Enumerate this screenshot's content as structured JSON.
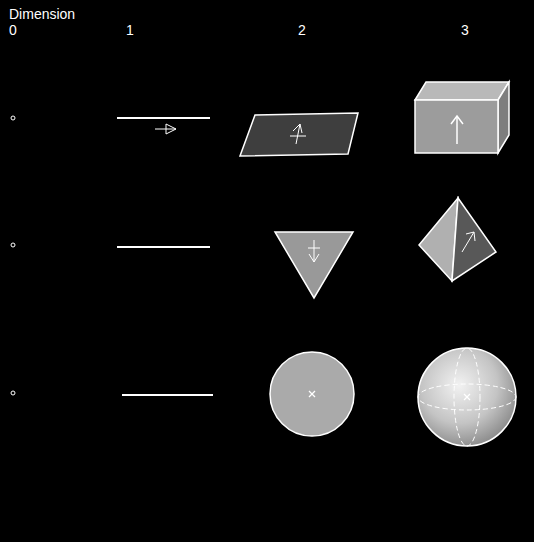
{
  "diagram": {
    "title": "Dimension",
    "labels": [
      "0",
      "1",
      "2",
      "3"
    ]
  }
}
